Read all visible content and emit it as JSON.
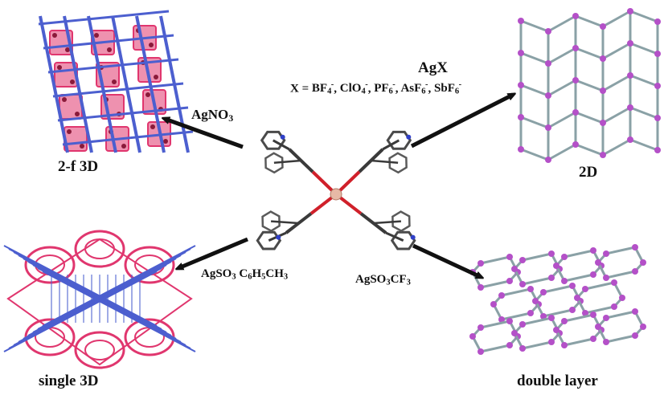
{
  "labels": {
    "top_left": "2-f 3D",
    "top_right": "2D",
    "bottom_left": "single 3D",
    "bottom_right": "double layer"
  },
  "reagents": {
    "agno3": {
      "main": "AgNO",
      "sub": "3"
    },
    "agx_title": "AgX",
    "agx_anions": {
      "prefix": "X = ",
      "items": [
        {
          "base": "BF",
          "sub": "4",
          "sup": "-"
        },
        {
          "base": "ClO",
          "sub": "4",
          "sup": "-"
        },
        {
          "base": "PF",
          "sub": "6",
          "sup": "-"
        },
        {
          "base": "AsF",
          "sub": "6",
          "sup": "-"
        },
        {
          "base": "SbF",
          "sub": "6",
          "sup": "-"
        }
      ]
    },
    "agso3_toluene": {
      "a": "AgSO",
      "a_sub": "3",
      "b": "C",
      "b_sub": "6",
      "c": "H",
      "c_sub": "5",
      "d": "CH",
      "d_sub": "3"
    },
    "agso3cf3": {
      "a": "AgSO",
      "a_sub": "3",
      "b": "CF",
      "b_sub": "3"
    }
  },
  "colors": {
    "blue_net": "#4c5fcf",
    "pink_net": "#e0366e",
    "gray_net": "#8aa1a6",
    "node_purple": "#b450c8",
    "arrow": "#111111"
  }
}
